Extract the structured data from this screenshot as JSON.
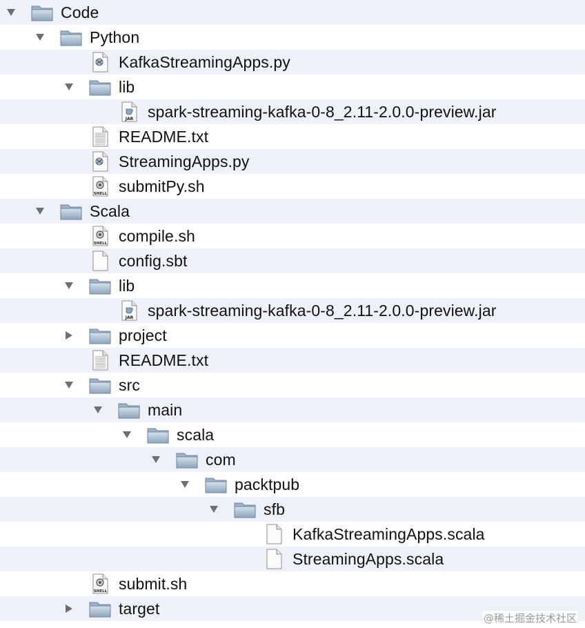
{
  "tree": [
    {
      "label": "Code",
      "type": "folder",
      "depth": 0,
      "state": "open"
    },
    {
      "label": "Python",
      "type": "folder",
      "depth": 1,
      "state": "open"
    },
    {
      "label": "KafkaStreamingApps.py",
      "type": "python-file",
      "depth": 2,
      "state": "none"
    },
    {
      "label": "lib",
      "type": "folder",
      "depth": 2,
      "state": "open"
    },
    {
      "label": "spark-streaming-kafka-0-8_2.11-2.0.0-preview.jar",
      "type": "jar-file",
      "depth": 3,
      "state": "none"
    },
    {
      "label": "README.txt",
      "type": "text-file",
      "depth": 2,
      "state": "none"
    },
    {
      "label": "StreamingApps.py",
      "type": "python-file",
      "depth": 2,
      "state": "none"
    },
    {
      "label": "submitPy.sh",
      "type": "shell-file",
      "depth": 2,
      "state": "none"
    },
    {
      "label": "Scala",
      "type": "folder",
      "depth": 1,
      "state": "open"
    },
    {
      "label": "compile.sh",
      "type": "shell-file",
      "depth": 2,
      "state": "none"
    },
    {
      "label": "config.sbt",
      "type": "blank-file",
      "depth": 2,
      "state": "none"
    },
    {
      "label": "lib",
      "type": "folder",
      "depth": 2,
      "state": "open"
    },
    {
      "label": "spark-streaming-kafka-0-8_2.11-2.0.0-preview.jar",
      "type": "jar-file",
      "depth": 3,
      "state": "none"
    },
    {
      "label": "project",
      "type": "folder",
      "depth": 2,
      "state": "closed"
    },
    {
      "label": "README.txt",
      "type": "text-file",
      "depth": 2,
      "state": "none"
    },
    {
      "label": "src",
      "type": "folder",
      "depth": 2,
      "state": "open"
    },
    {
      "label": "main",
      "type": "folder",
      "depth": 3,
      "state": "open"
    },
    {
      "label": "scala",
      "type": "folder",
      "depth": 4,
      "state": "open"
    },
    {
      "label": "com",
      "type": "folder",
      "depth": 5,
      "state": "open"
    },
    {
      "label": "packtpub",
      "type": "folder",
      "depth": 6,
      "state": "open"
    },
    {
      "label": "sfb",
      "type": "folder",
      "depth": 7,
      "state": "open"
    },
    {
      "label": "KafkaStreamingApps.scala",
      "type": "blank-file",
      "depth": 8,
      "state": "none"
    },
    {
      "label": "StreamingApps.scala",
      "type": "blank-file",
      "depth": 8,
      "state": "none"
    },
    {
      "label": "submit.sh",
      "type": "shell-file",
      "depth": 2,
      "state": "none"
    },
    {
      "label": "target",
      "type": "folder",
      "depth": 2,
      "state": "closed"
    }
  ],
  "icon_badges": {
    "jar": "JAR",
    "shell": "SHELL"
  },
  "watermark": "@稀土掘金技术社区",
  "colors": {
    "row_alt": "#eef2f8",
    "folder_top": "#c6d4e2",
    "folder_bottom": "#8ea4bc",
    "disclosure": "#6e6e6e"
  }
}
